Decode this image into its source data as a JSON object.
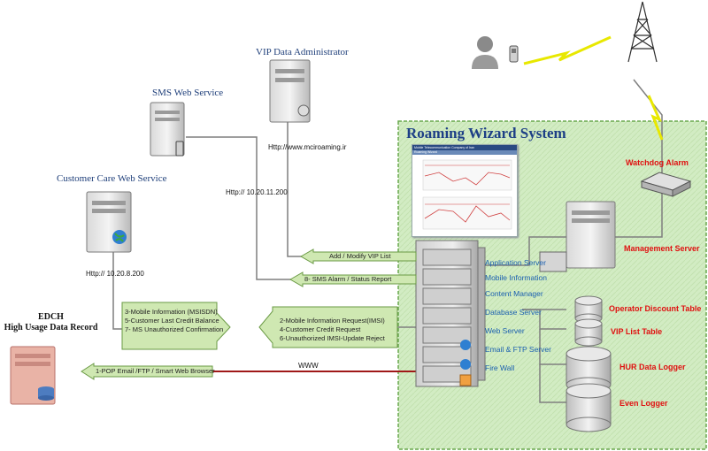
{
  "system_title": "Roaming Wizard System",
  "sources": {
    "vip_admin": "VIP Data Administrator",
    "sms_service": "SMS Web Service",
    "customer_care": "Customer Care Web Service",
    "edch_title": "EDCH",
    "edch_subtitle": "High Usage Data Record"
  },
  "urls": {
    "mci": "Http://www.mciroaming.ir",
    "sms_ip": "Http:// 10.20.11.200",
    "cc_ip": "Http:// 10.20.8.200",
    "www": "WWW"
  },
  "flows": {
    "add_vip": "Add / Modify VIP List",
    "sms_alarm": "8- SMS Alarm / Status Report",
    "left_block": [
      "3-Mobile Information (MSISDN)",
      "5-Customer Last Credit Balance",
      "7- MS Unauthorized Confirmation"
    ],
    "right_block": [
      "2-Mobile Information Request(IMSI)",
      "4-Customer Credit Request",
      "6-Unauthorized IMSI-Update Reject"
    ],
    "pop": "1-POP Email /FTP / Smart Web Browser"
  },
  "servers": [
    "Application Server",
    "Mobile Information",
    "Content Manager",
    "Database Server",
    "Web Server",
    "Email & FTP Server",
    "Fire Wall"
  ],
  "right_labels": {
    "watchdog": "Watchdog Alarm",
    "management": "Management Server",
    "discount": "Operator Discount Table",
    "vip_table": "VIP List Table",
    "hur": "HUR Data Logger",
    "even": "Even Logger"
  },
  "screenshot": {
    "header": "Mobile Telecommunication Company of Iran",
    "subheader": "Roaming Wizard"
  },
  "colors": {
    "system_bg": "#d4ecc4",
    "system_border": "#6aa84f",
    "arrow_fill": "#cfe8b2",
    "arrow_stroke": "#6a9a44",
    "red_label": "#e01010",
    "title_blue": "#1d3f86",
    "www_line": "#a01818"
  }
}
